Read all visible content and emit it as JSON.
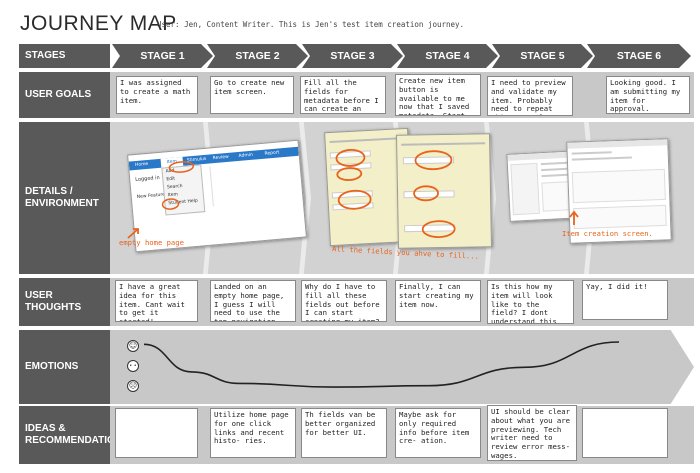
{
  "header": {
    "title": "JOURNEY MAP",
    "subtitle": "User: Jen, Content Writer. This is Jen's test item creation journey."
  },
  "rows": {
    "stages": "STAGES",
    "goals": "USER GOALS",
    "details": "DETAILS / ENVIRONMENT",
    "thoughts": "USER THOUGHTS",
    "emotions": "EMOTIONS",
    "ideas": "IDEAS & RECOMMENDATIONS"
  },
  "stages": [
    "STAGE 1",
    "STAGE 2",
    "STAGE 3",
    "STAGE 4",
    "STAGE 5",
    "STAGE 6"
  ],
  "goals": [
    "I was assigned to create a math item.",
    "Go to create new item screen.",
    "Fill all the fields for metadata before I can create an item.",
    "Create new item button is available to me now that I saved metadata. Start item creation.",
    "I need to preview and validate my item. Probably need to repeat this several times.",
    "Looking good. I am submitting my item for approval."
  ],
  "thoughts": [
    "I have a great idea for this item. Cant wait to get it started!",
    "Landed on an empty home page, I guess I will need to use the top navigation.",
    "Why do I have to fill all these fields out before I can start creating my item?",
    "Finally, I can start creating my item now.",
    "Is this how my item will look like to the field? I dont understand this error message...",
    "Yay, I did it!"
  ],
  "ideas": [
    "",
    "Utilize home page for one click links and recent histo- ries.",
    "Th fields van be better organized for better UI.",
    "Maybe ask for only required info before item cre- ation.",
    "UI should be clear about what you are previewing. Tech writer need to review error mess- wages.",
    ""
  ],
  "callouts": {
    "stage1": "empty home page",
    "stage3": "All the fields you ahve to fill...",
    "stage5": "Item creation screen."
  },
  "emotions": {
    "happy": "☺",
    "neutral": "• •",
    "sad": "☹",
    "curve": [
      {
        "stage": 1,
        "level": 0.95
      },
      {
        "stage": 1.5,
        "level": 0.35
      },
      {
        "stage": 2,
        "level": 0.1
      },
      {
        "stage": 3,
        "level": 0.02
      },
      {
        "stage": 4,
        "level": 0.05
      },
      {
        "stage": 5,
        "level": 0.45
      },
      {
        "stage": 6,
        "level": 1.0
      }
    ]
  },
  "screenshot_stage1": {
    "nav": [
      "Home",
      "Item",
      "Stimulus",
      "Review",
      "Admin",
      "Report"
    ],
    "menu": [
      "Add",
      "Edit",
      "Search",
      "Item",
      "Student Help"
    ],
    "login": "Logged in",
    "features": "New Features"
  },
  "colors": {
    "dark": "#595959",
    "band": "#c8c8c8",
    "accent": "#e8631c",
    "nav": "#2a78c8"
  }
}
